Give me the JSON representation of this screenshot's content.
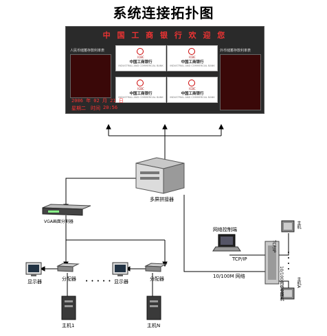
{
  "title": "系统连接拓扑图",
  "board": {
    "header": "中 国 工 商 银 行 欢 迎 您",
    "left_panel_title": "人民币储蓄存款利率表",
    "right_panel_title": "外币储蓄存款利率表",
    "tile": {
      "logo_text": "ICBC",
      "bank_name": "中国工商银行",
      "sub_text": "INDUSTRIAL AND COMMERCIAL BANK"
    },
    "date": "2006 年 02 月 21 日",
    "weekday": "星期二",
    "time_label": "时间",
    "time_value": "20:56"
  },
  "nodes": {
    "splicer": "多屏拼接器",
    "vga_splitter": "VGA画面分割器",
    "network_control": "网络控制端",
    "tcp_ip": "TCP/IP",
    "switch": "10/100网络交换机",
    "network": "10/100M 网络",
    "monitor_1": "显示器",
    "monitor_2": "显示器",
    "distributor_1": "分配器",
    "distributor_2": "分配器",
    "host_1": "主机1",
    "host_n": "主机N",
    "host_right_top": "主机",
    "host_right_a": "主机A",
    "ellipsis": "• • • • •"
  }
}
